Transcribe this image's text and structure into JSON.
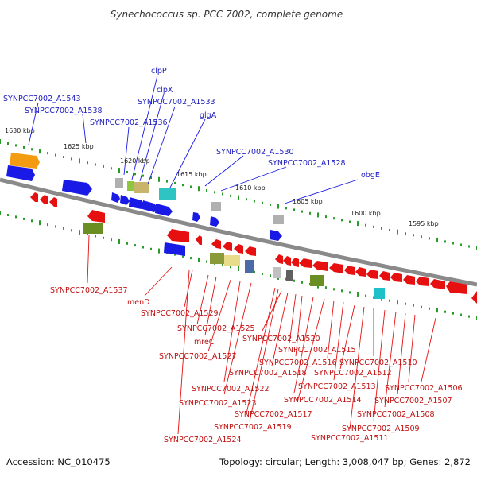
{
  "title": "Synechococcus sp. PCC 7002, complete genome",
  "footer": {
    "accession": "Accession: NC_010475",
    "summary": "Topology: circular; Length: 3,008,047 bp; Genes: 2,872"
  },
  "colors": {
    "forward": "#1a1ae6",
    "reverse": "#e61010",
    "forward_label": "#2020c0",
    "reverse_label": "#c01010",
    "backbone": "#808080",
    "tick": "#2a9a2a"
  },
  "ticks": [
    "1630 kbp",
    "1625 kbp",
    "1620 kbp",
    "1615 kbp",
    "1610 kbp",
    "1605 kbp",
    "1600 kbp",
    "1595 kbp"
  ],
  "forward_labels": [
    "SYNPCC7002_A1543",
    "SYNPCC7002_A1538",
    "SYNPCC7002_A1536",
    "clpP",
    "clpX",
    "SYNPCC7002_A1533",
    "glgA",
    "SYNPCC7002_A1530",
    "SYNPCC7002_A1528",
    "obgE"
  ],
  "reverse_labels": [
    "SYNPCC7002_A1537",
    "menD",
    "SYNPCC7002_A1529",
    "SYNPCC7002_A1525",
    "mreC",
    "SYNPCC7002_A1527",
    "SYNPCC7002_A1520",
    "SYNPCC7002_A1518",
    "SYNPCC7002_A1522",
    "SYNPCC7002_A1523",
    "SYNPCC7002_A1524",
    "SYNPCC7002_A1519",
    "SYNPCC7002_A1517",
    "SYNPCC7002_A1516",
    "SYNPCC7002_A1515",
    "SYNPCC7002_A1514",
    "SYNPCC7002_A1513",
    "SYNPCC7002_A1512",
    "SYNPCC7002_A1511",
    "SYNPCC7002_A1510",
    "SYNPCC7002_A1509",
    "SYNPCC7002_A1508",
    "SYNPCC7002_A1507",
    "SYNPCC7002_A1506"
  ]
}
